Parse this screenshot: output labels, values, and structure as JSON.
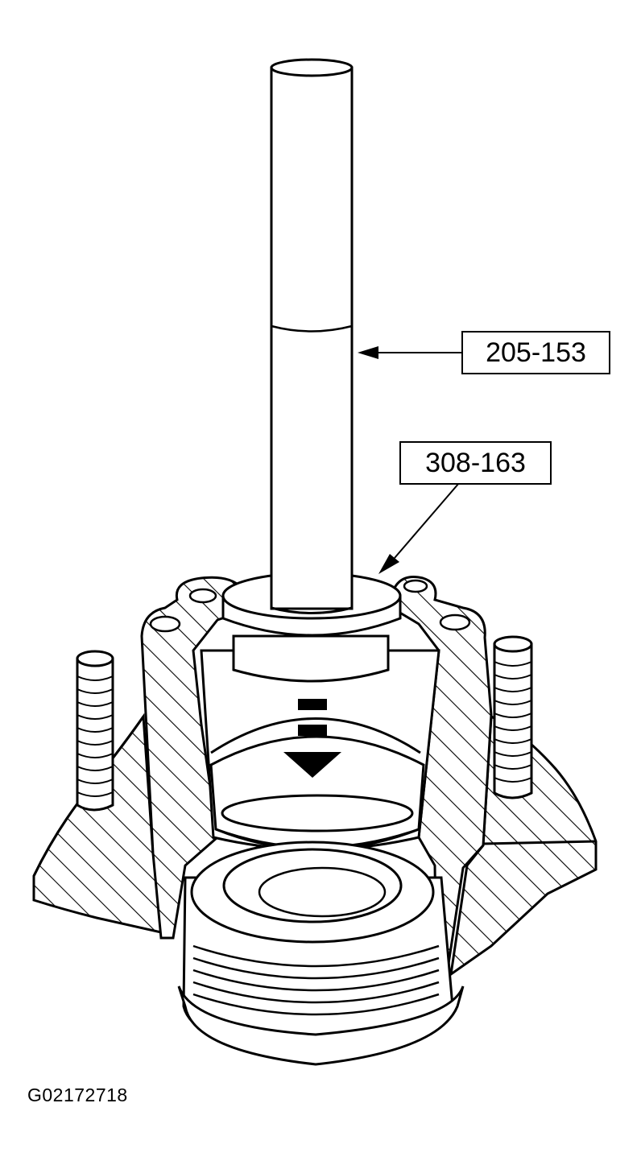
{
  "callouts": {
    "tool_1": "205-153",
    "tool_2": "308-163"
  },
  "figure_id": "G02172718",
  "colors": {
    "ink": "#000000",
    "paper": "#ffffff"
  }
}
